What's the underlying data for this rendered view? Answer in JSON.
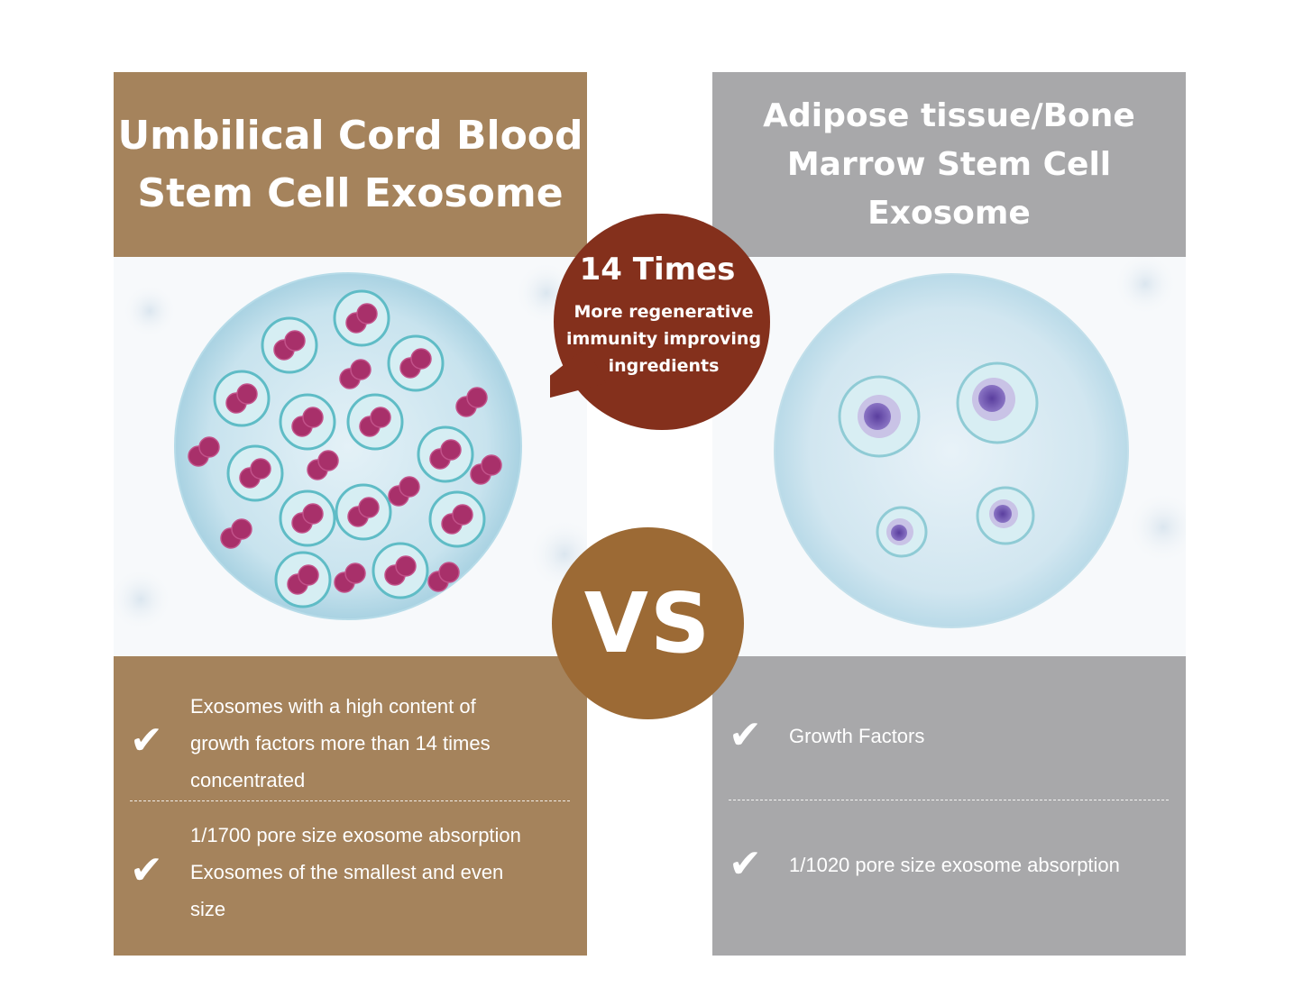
{
  "left": {
    "title": "Umbilical Cord Blood\nStem Cell Exosome",
    "items": [
      "Exosomes with a  high content of\ngrowth factors more than 14 times\nconcentrated",
      "1/1700 pore size exosome absorption\nExosomes of the smallest and even\nsize"
    ]
  },
  "right": {
    "title": "Adipose tissue/Bone\nMarrow Stem Cell Exosome",
    "items": [
      "Growth Factors",
      "1/1020 pore size exosome absorption"
    ]
  },
  "bubble": {
    "title": "14 Times",
    "subtitle": "More regenerative\nimmunity improving\ningredients"
  },
  "vs_label": "VS",
  "colors": {
    "left_panel": "#a5835c",
    "right_panel": "#a8a8aa",
    "bubble": "#84301c",
    "vs_circle": "#9c6a35"
  }
}
